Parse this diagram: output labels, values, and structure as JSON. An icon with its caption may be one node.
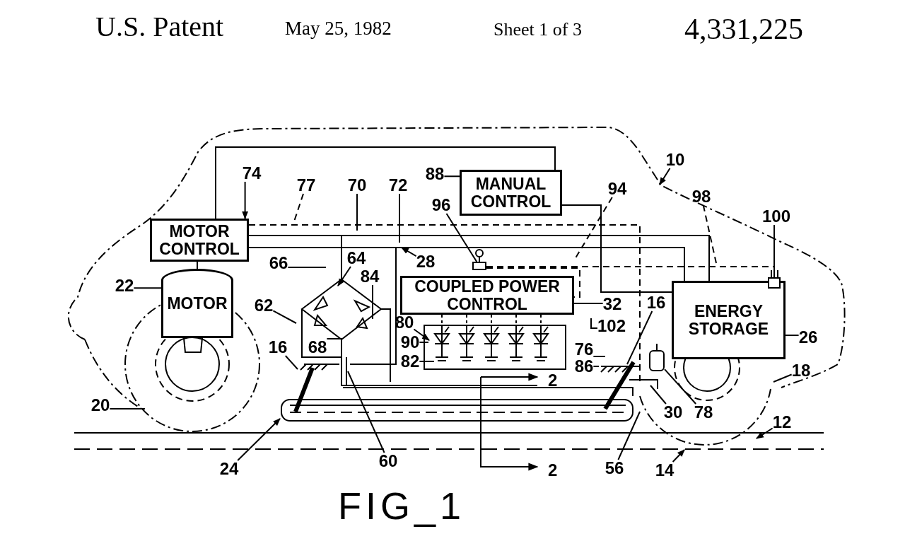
{
  "diagram": {
    "caption": "FIG_1",
    "nodes": [
      {
        "text": [
          "MOTOR CONTROL"
        ]
      },
      {
        "text": [
          "MOTOR"
        ]
      },
      {
        "text": [
          "MANUAL CONTROL"
        ]
      },
      {
        "text": [
          "COUPLED POWER CONTROL"
        ]
      },
      {
        "text": [
          "ENERGY STORAGE"
        ]
      },
      {
        "text": [
          "10"
        ]
      },
      {
        "text": [
          "74"
        ]
      },
      {
        "text": [
          "77"
        ]
      },
      {
        "text": [
          "70"
        ]
      },
      {
        "text": [
          "72"
        ]
      },
      {
        "text": [
          "88"
        ]
      },
      {
        "text": [
          "96"
        ]
      },
      {
        "text": [
          "94"
        ]
      },
      {
        "text": [
          "98"
        ]
      },
      {
        "text": [
          "100"
        ]
      },
      {
        "text": [
          "66"
        ]
      },
      {
        "text": [
          "64"
        ]
      },
      {
        "text": [
          "84"
        ]
      },
      {
        "text": [
          "28"
        ]
      },
      {
        "text": [
          "22"
        ]
      },
      {
        "text": [
          "62"
        ]
      },
      {
        "text": [
          "68"
        ]
      },
      {
        "text": [
          "80"
        ]
      },
      {
        "text": [
          "90"
        ]
      },
      {
        "text": [
          "82"
        ]
      },
      {
        "text": [
          "32"
        ]
      },
      {
        "text": [
          "102"
        ]
      },
      {
        "text": [
          "16"
        ]
      },
      {
        "text": [
          "16"
        ]
      },
      {
        "text": [
          "76"
        ]
      },
      {
        "text": [
          "86"
        ]
      },
      {
        "text": [
          "26"
        ]
      },
      {
        "text": [
          "18"
        ]
      },
      {
        "text": [
          "20"
        ]
      },
      {
        "text": [
          "30"
        ]
      },
      {
        "text": [
          "78"
        ]
      },
      {
        "text": [
          "24"
        ]
      },
      {
        "text": [
          "60"
        ]
      },
      {
        "text": [
          "56"
        ]
      },
      {
        "text": [
          "12"
        ]
      },
      {
        "text": [
          "14"
        ]
      },
      {
        "text": [],
        "shape": "box"
      },
      {
        "text": [],
        "shape": "box"
      },
      {
        "text": [],
        "shape": "cylinder"
      }
    ],
    "edges": [
      {
        "from": 0,
        "to": 1,
        "arrow": "none"
      },
      {
        "from": 0,
        "to": 2,
        "arrow": "none"
      },
      {
        "from": 2,
        "to": 4,
        "arrow": "none"
      },
      {
        "from": 0,
        "to": 4,
        "arrow": "none"
      },
      {
        "from": 0,
        "to": 4,
        "arrow": "none"
      },
      {
        "from": 5,
        "to": null,
        "arrow": "to"
      },
      {
        "from": 6,
        "to": 0,
        "arrow": "to"
      },
      {
        "from": 7,
        "to": null,
        "arrow": "none",
        "style": "dashed"
      },
      {
        "from": 8,
        "to": null,
        "arrow": "none"
      },
      {
        "from": 9,
        "to": null,
        "arrow": "none"
      },
      {
        "from": 10,
        "to": 2,
        "arrow": "none"
      },
      {
        "from": 11,
        "to": 41,
        "arrow": "none"
      },
      {
        "from": 12,
        "to": null,
        "arrow": "none",
        "style": "dashed"
      },
      {
        "from": 13,
        "to": null,
        "arrow": "none",
        "style": "dashed"
      },
      {
        "from": 14,
        "to": 42,
        "arrow": "none"
      },
      {
        "from": 15,
        "to": null,
        "arrow": "none"
      },
      {
        "from": 16,
        "to": null,
        "arrow": "to"
      },
      {
        "from": 17,
        "to": null,
        "arrow": "none"
      },
      {
        "from": 18,
        "to": null,
        "arrow": "to"
      },
      {
        "from": 19,
        "to": 1,
        "arrow": "none"
      },
      {
        "from": 20,
        "to": null,
        "arrow": "none"
      },
      {
        "from": 21,
        "to": null,
        "arrow": "none"
      },
      {
        "from": 22,
        "to": null,
        "arrow": "to"
      },
      {
        "from": 23,
        "to": null,
        "arrow": "none"
      },
      {
        "from": 24,
        "to": null,
        "arrow": "none"
      },
      {
        "from": 25,
        "to": 3,
        "arrow": "none"
      },
      {
        "from": 26,
        "to": null,
        "arrow": "none"
      },
      {
        "from": 27,
        "to": null,
        "arrow": "none"
      },
      {
        "from": 28,
        "to": null,
        "arrow": "none"
      },
      {
        "from": 29,
        "to": null,
        "arrow": "none"
      },
      {
        "from": 30,
        "to": null,
        "arrow": "none"
      },
      {
        "from": 31,
        "to": 4,
        "arrow": "none"
      },
      {
        "from": 32,
        "to": null,
        "arrow": "none"
      },
      {
        "from": 33,
        "to": null,
        "arrow": "none"
      },
      {
        "from": 34,
        "to": null,
        "arrow": "none"
      },
      {
        "from": 35,
        "to": 43,
        "arrow": "none"
      },
      {
        "from": 36,
        "to": null,
        "arrow": "to"
      },
      {
        "from": 37,
        "to": null,
        "arrow": "none"
      },
      {
        "from": 38,
        "to": null,
        "arrow": "none"
      },
      {
        "from": 39,
        "to": null,
        "arrow": "to"
      },
      {
        "from": 40,
        "to": null,
        "arrow": "to"
      },
      {
        "from": 0,
        "to": null,
        "arrow": "none",
        "style": "dashed"
      },
      {
        "from": 41,
        "to": 42,
        "arrow": "none",
        "style": "dashed"
      },
      {
        "from": 41,
        "to": 3,
        "arrow": "none",
        "style": "dashed"
      }
    ],
    "labels": [
      "U.S. Patent",
      "May 25, 1982",
      "Sheet 1 of 3",
      "4,331,225",
      "2",
      "2"
    ]
  }
}
